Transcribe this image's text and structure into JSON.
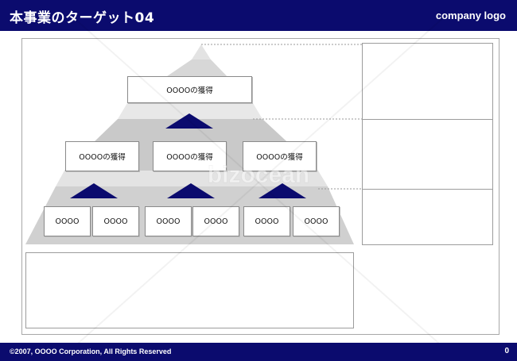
{
  "header": {
    "title": "本事業のターゲット04",
    "logo": "company logo"
  },
  "pyramid": {
    "top_box": "OOOOの獲得",
    "middle_boxes": [
      "OOOOの獲得",
      "OOOOの獲得",
      "OOOOの獲得"
    ],
    "bottom_boxes": [
      "OOOO",
      "OOOO",
      "OOOO",
      "OOOO",
      "OOOO",
      "OOOO"
    ]
  },
  "watermark": "bizocean",
  "footer": {
    "copyright": "©2007, OOOO Corporation, All Rights Reserved",
    "page_number": "0"
  },
  "colors": {
    "header_bg": "#0b0b6e",
    "triangle_accent": "#0b0b6e",
    "pyramid_light": "#d9d9d9",
    "pyramid_mid": "#c4c4c4"
  }
}
